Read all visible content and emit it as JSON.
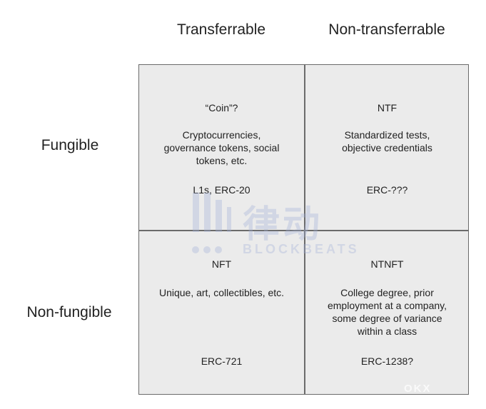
{
  "columns": [
    "Transferrable",
    "Non-transferrable"
  ],
  "rows": [
    "Fungible",
    "Non-fungible"
  ],
  "cells": {
    "top_left": {
      "category": "“Coin”?",
      "description": [
        "Cryptocurrencies,",
        "governance tokens, social",
        "tokens, etc."
      ],
      "standard": "L1s, ERC-20"
    },
    "top_right": {
      "category": "NTF",
      "description": [
        "Standardized tests,",
        "objective credentials"
      ],
      "standard": "ERC-???"
    },
    "bottom_left": {
      "category": "NFT",
      "description": [
        "Unique, art, collectibles, etc."
      ],
      "standard": "ERC-721"
    },
    "bottom_right": {
      "category": "NTNFT",
      "description": [
        "College degree, prior",
        "employment at a company,",
        "some degree of variance",
        "within a class"
      ],
      "standard": "ERC-1238?"
    }
  },
  "watermark": {
    "main": "律动",
    "sub": "BLOCKBEATS",
    "corner": "OKX"
  },
  "colors": {
    "cell_fill": "#ebebeb",
    "border": "#6b6b6b",
    "text": "#222222"
  }
}
